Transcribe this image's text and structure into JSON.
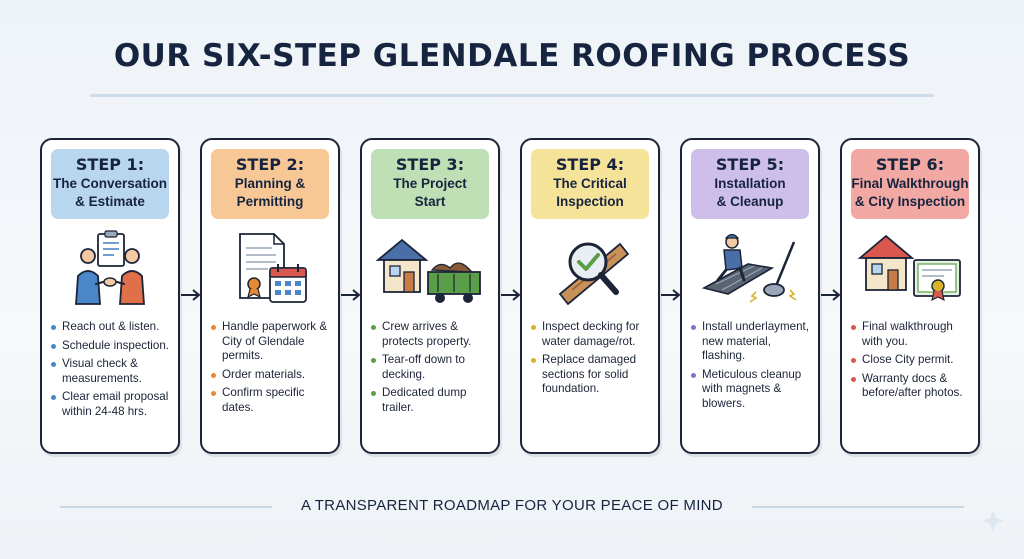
{
  "title": "OUR SIX-STEP GLENDALE ROOFING PROCESS",
  "footer": "A TRANSPARENT ROADMAP FOR YOUR PEACE OF MIND",
  "steps": [
    {
      "step": "STEP 1:",
      "name_line1": "The Conversation",
      "name_line2": "& Estimate",
      "color": "#b9d6ef",
      "dot_color": "#4a86c8",
      "icon": "handshake-icon",
      "bullets": [
        "Reach out & listen.",
        "Schedule inspection.",
        "Visual check & measurements.",
        "Clear email proposal within 24-48 hrs."
      ]
    },
    {
      "step": "STEP 2:",
      "name_line1": "Planning &",
      "name_line2": "Permitting",
      "color": "#f7c896",
      "dot_color": "#e58a32",
      "icon": "permit-calendar-icon",
      "bullets": [
        "Handle paperwork & City of Glendale permits.",
        "Order materials.",
        "Confirm specific dates."
      ]
    },
    {
      "step": "STEP 3:",
      "name_line1": "The Project",
      "name_line2": "Start",
      "color": "#bfe0b4",
      "dot_color": "#5b9e48",
      "icon": "house-dumpster-icon",
      "bullets": [
        "Crew arrives & protects property.",
        "Tear-off down to decking.",
        "Dedicated dump trailer."
      ]
    },
    {
      "step": "STEP 4:",
      "name_line1": "The Critical",
      "name_line2": "Inspection",
      "color": "#f6e39a",
      "dot_color": "#d8b22a",
      "icon": "magnifier-check-icon",
      "bullets": [
        "Inspect decking for water damage/rot.",
        "Replace damaged sections for solid foundation."
      ]
    },
    {
      "step": "STEP 5:",
      "name_line1": "Installation",
      "name_line2": "& Cleanup",
      "color": "#cdbfe9",
      "dot_color": "#8a6cc9",
      "icon": "roofer-magnet-icon",
      "bullets": [
        "Install underlayment, new material, flashing.",
        "Meticulous cleanup with magnets & blowers."
      ]
    },
    {
      "step": "STEP 6:",
      "name_line1": "Final Walkthrough",
      "name_line2": "& City Inspection",
      "color": "#f2a9a3",
      "dot_color": "#d9574d",
      "icon": "house-certificate-icon",
      "bullets": [
        "Final walkthrough with you.",
        "Close City permit.",
        "Warranty docs & before/after photos."
      ]
    }
  ]
}
